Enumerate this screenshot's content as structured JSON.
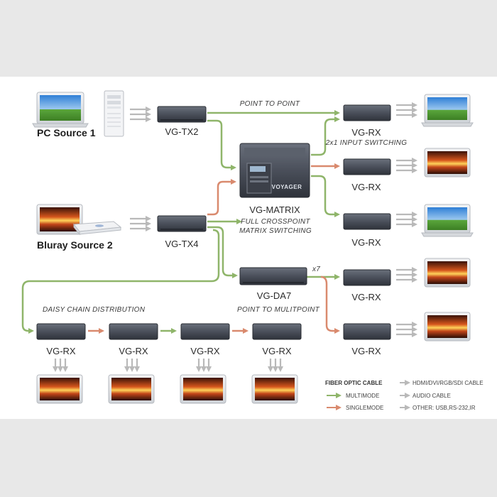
{
  "sources": {
    "pc": "PC Source 1",
    "bluray": "Bluray Source 2"
  },
  "devices": {
    "tx2": "VG-TX2",
    "tx4": "VG-TX4",
    "matrix": "VG-MATRIX",
    "da7": "VG-DA7",
    "rx": "VG-RX",
    "matrix_brand": "VOYAGER"
  },
  "notes": {
    "point_to_point": "POINT TO POINT",
    "input_switching": "2x1 INPUT SWITCHING",
    "crosspoint_1": "FULL CROSSPOINT",
    "crosspoint_2": "MATRIX SWITCHING",
    "daisy": "DAISY CHAIN DISTRIBUTION",
    "multipoint": "POINT TO MULITPOINT",
    "x7": "x7"
  },
  "legend": {
    "title": "FIBER OPTIC CABLE",
    "multimode": "MULTIMODE",
    "singlemode": "SINGLEMODE",
    "hdmi": "HDMI/DVI/RGB/SDI CABLE",
    "audio": "AUDIO CABLE",
    "other": "OTHER: USB,RS-232,IR"
  },
  "colors": {
    "multimode": "#8fb56a",
    "singlemode": "#d98a6e",
    "signal": "#b9b9b9",
    "device": "#4a4f5a"
  }
}
